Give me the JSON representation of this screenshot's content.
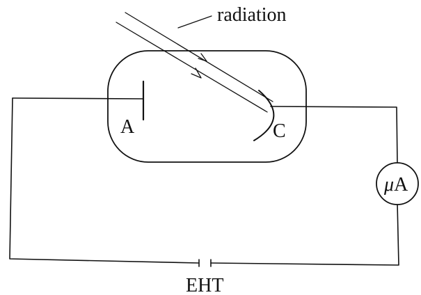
{
  "labels": {
    "radiation": "radiation",
    "anode": "A",
    "cathode": "C",
    "meter_symbol": "μ",
    "meter_unit": "A",
    "supply": "EHT"
  },
  "colors": {
    "ink": "#111111",
    "background": "#ffffff"
  }
}
